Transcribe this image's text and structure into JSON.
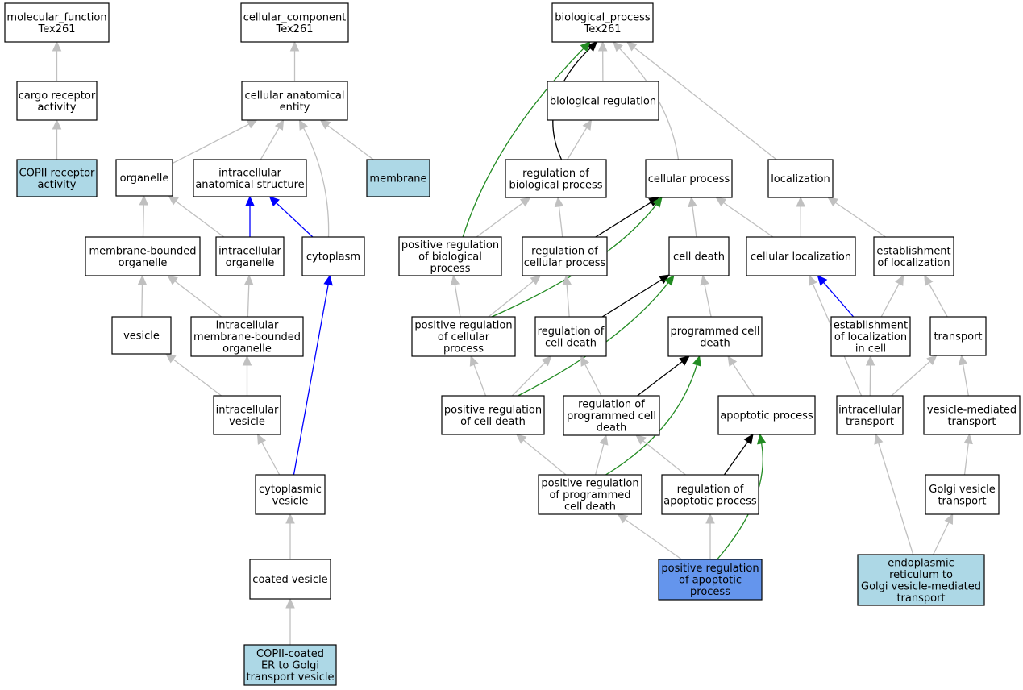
{
  "colors": {
    "default_fill": "#ffffff",
    "annotated_fill": "#add8e6",
    "focus_fill": "#6495ed",
    "is_a_edge": "#c0c0c0",
    "part_of_edge": "#0000ff",
    "regulates_edge": "#000000",
    "positively_regulates_edge": "#228b22"
  },
  "nodes": [
    {
      "id": "mf",
      "lines": [
        "molecular_function",
        "Tex261"
      ],
      "style": "default"
    },
    {
      "id": "cargo",
      "lines": [
        "cargo receptor",
        "activity"
      ],
      "style": "default"
    },
    {
      "id": "copii_rec",
      "lines": [
        "COPII receptor",
        "activity"
      ],
      "style": "annotated"
    },
    {
      "id": "cc",
      "lines": [
        "cellular_component",
        "Tex261"
      ],
      "style": "default"
    },
    {
      "id": "cae",
      "lines": [
        "cellular anatomical",
        "entity"
      ],
      "style": "default"
    },
    {
      "id": "organelle",
      "lines": [
        "organelle"
      ],
      "style": "default"
    },
    {
      "id": "ias",
      "lines": [
        "intracellular",
        "anatomical structure"
      ],
      "style": "default"
    },
    {
      "id": "membrane",
      "lines": [
        "membrane"
      ],
      "style": "annotated"
    },
    {
      "id": "mbo",
      "lines": [
        "membrane-bounded",
        "organelle"
      ],
      "style": "default"
    },
    {
      "id": "io",
      "lines": [
        "intracellular",
        "organelle"
      ],
      "style": "default"
    },
    {
      "id": "cytoplasm",
      "lines": [
        "cytoplasm"
      ],
      "style": "default"
    },
    {
      "id": "vesicle",
      "lines": [
        "vesicle"
      ],
      "style": "default"
    },
    {
      "id": "imbo",
      "lines": [
        "intracellular",
        "membrane-bounded",
        "organelle"
      ],
      "style": "default"
    },
    {
      "id": "iv",
      "lines": [
        "intracellular",
        "vesicle"
      ],
      "style": "default"
    },
    {
      "id": "cv",
      "lines": [
        "cytoplasmic",
        "vesicle"
      ],
      "style": "default"
    },
    {
      "id": "coated",
      "lines": [
        "coated vesicle"
      ],
      "style": "default"
    },
    {
      "id": "copii_ves",
      "lines": [
        "COPII-coated",
        "ER to Golgi",
        "transport vesicle"
      ],
      "style": "annotated"
    },
    {
      "id": "bp",
      "lines": [
        "biological_process",
        "Tex261"
      ],
      "style": "default"
    },
    {
      "id": "breg",
      "lines": [
        "biological regulation"
      ],
      "style": "default"
    },
    {
      "id": "rbp",
      "lines": [
        "regulation of",
        "biological process"
      ],
      "style": "default"
    },
    {
      "id": "cp",
      "lines": [
        "cellular process"
      ],
      "style": "default"
    },
    {
      "id": "loc",
      "lines": [
        "localization"
      ],
      "style": "default"
    },
    {
      "id": "prbp",
      "lines": [
        "positive regulation",
        "of biological",
        "process"
      ],
      "style": "default"
    },
    {
      "id": "rcp",
      "lines": [
        "regulation of",
        "cellular process"
      ],
      "style": "default"
    },
    {
      "id": "cd",
      "lines": [
        "cell death"
      ],
      "style": "default"
    },
    {
      "id": "cl",
      "lines": [
        "cellular localization"
      ],
      "style": "default"
    },
    {
      "id": "eol",
      "lines": [
        "establishment",
        "of localization"
      ],
      "style": "default"
    },
    {
      "id": "prcp",
      "lines": [
        "positive regulation",
        "of cellular",
        "process"
      ],
      "style": "default"
    },
    {
      "id": "rcd",
      "lines": [
        "regulation of",
        "cell death"
      ],
      "style": "default"
    },
    {
      "id": "pcd",
      "lines": [
        "programmed cell",
        "death"
      ],
      "style": "default"
    },
    {
      "id": "eolc",
      "lines": [
        "establishment",
        "of localization",
        "in cell"
      ],
      "style": "default"
    },
    {
      "id": "transport",
      "lines": [
        "transport"
      ],
      "style": "default"
    },
    {
      "id": "prcd",
      "lines": [
        "positive regulation",
        "of cell death"
      ],
      "style": "default"
    },
    {
      "id": "rpcd",
      "lines": [
        "regulation of",
        "programmed cell",
        "death"
      ],
      "style": "default"
    },
    {
      "id": "ap",
      "lines": [
        "apoptotic process"
      ],
      "style": "default"
    },
    {
      "id": "it",
      "lines": [
        "intracellular",
        "transport"
      ],
      "style": "default"
    },
    {
      "id": "vmt",
      "lines": [
        "vesicle-mediated",
        "transport"
      ],
      "style": "default"
    },
    {
      "id": "prpcd",
      "lines": [
        "positive regulation",
        "of programmed",
        "cell death"
      ],
      "style": "default"
    },
    {
      "id": "rap",
      "lines": [
        "regulation of",
        "apoptotic process"
      ],
      "style": "default"
    },
    {
      "id": "gvt",
      "lines": [
        "Golgi vesicle",
        "transport"
      ],
      "style": "default"
    },
    {
      "id": "prap",
      "lines": [
        "positive regulation",
        "of apoptotic",
        "process"
      ],
      "style": "focus"
    },
    {
      "id": "er",
      "lines": [
        "endoplasmic",
        "reticulum to",
        "Golgi vesicle-mediated",
        "transport"
      ],
      "style": "annotated"
    }
  ],
  "edges": [
    {
      "from": "cargo",
      "to": "mf",
      "type": "is_a"
    },
    {
      "from": "copii_rec",
      "to": "cargo",
      "type": "is_a"
    },
    {
      "from": "cae",
      "to": "cc",
      "type": "is_a"
    },
    {
      "from": "organelle",
      "to": "cae",
      "type": "is_a"
    },
    {
      "from": "ias",
      "to": "cae",
      "type": "is_a"
    },
    {
      "from": "cytoplasm",
      "to": "cae",
      "type": "is_a"
    },
    {
      "from": "membrane",
      "to": "cae",
      "type": "is_a"
    },
    {
      "from": "mbo",
      "to": "organelle",
      "type": "is_a"
    },
    {
      "from": "io",
      "to": "organelle",
      "type": "is_a"
    },
    {
      "from": "io",
      "to": "ias",
      "type": "part_of"
    },
    {
      "from": "cytoplasm",
      "to": "ias",
      "type": "part_of"
    },
    {
      "from": "vesicle",
      "to": "mbo",
      "type": "is_a"
    },
    {
      "from": "imbo",
      "to": "mbo",
      "type": "is_a"
    },
    {
      "from": "imbo",
      "to": "io",
      "type": "is_a"
    },
    {
      "from": "iv",
      "to": "vesicle",
      "type": "is_a"
    },
    {
      "from": "iv",
      "to": "imbo",
      "type": "is_a"
    },
    {
      "from": "cv",
      "to": "iv",
      "type": "is_a"
    },
    {
      "from": "cv",
      "to": "cytoplasm",
      "type": "part_of"
    },
    {
      "from": "coated",
      "to": "cv",
      "type": "is_a"
    },
    {
      "from": "copii_ves",
      "to": "coated",
      "type": "is_a"
    },
    {
      "from": "breg",
      "to": "bp",
      "type": "is_a"
    },
    {
      "from": "rbp",
      "to": "bp",
      "type": "regulates"
    },
    {
      "from": "rbp",
      "to": "breg",
      "type": "is_a"
    },
    {
      "from": "cp",
      "to": "bp",
      "type": "is_a"
    },
    {
      "from": "loc",
      "to": "bp",
      "type": "is_a"
    },
    {
      "from": "prbp",
      "to": "bp",
      "type": "positively_regulates"
    },
    {
      "from": "prbp",
      "to": "rbp",
      "type": "is_a"
    },
    {
      "from": "rcp",
      "to": "rbp",
      "type": "is_a"
    },
    {
      "from": "rcp",
      "to": "cp",
      "type": "regulates"
    },
    {
      "from": "cd",
      "to": "cp",
      "type": "is_a"
    },
    {
      "from": "cl",
      "to": "cp",
      "type": "is_a"
    },
    {
      "from": "cl",
      "to": "loc",
      "type": "is_a"
    },
    {
      "from": "eol",
      "to": "loc",
      "type": "is_a"
    },
    {
      "from": "prcp",
      "to": "prbp",
      "type": "is_a"
    },
    {
      "from": "prcp",
      "to": "rcp",
      "type": "is_a"
    },
    {
      "from": "prcp",
      "to": "cp",
      "type": "positively_regulates"
    },
    {
      "from": "rcd",
      "to": "rcp",
      "type": "is_a"
    },
    {
      "from": "rcd",
      "to": "cd",
      "type": "regulates"
    },
    {
      "from": "pcd",
      "to": "cd",
      "type": "is_a"
    },
    {
      "from": "eolc",
      "to": "cl",
      "type": "part_of"
    },
    {
      "from": "eolc",
      "to": "eol",
      "type": "is_a"
    },
    {
      "from": "transport",
      "to": "eol",
      "type": "is_a"
    },
    {
      "from": "prcd",
      "to": "prcp",
      "type": "is_a"
    },
    {
      "from": "prcd",
      "to": "rcd",
      "type": "is_a"
    },
    {
      "from": "prcd",
      "to": "cd",
      "type": "positively_regulates"
    },
    {
      "from": "rpcd",
      "to": "rcd",
      "type": "is_a"
    },
    {
      "from": "rpcd",
      "to": "pcd",
      "type": "regulates"
    },
    {
      "from": "ap",
      "to": "pcd",
      "type": "is_a"
    },
    {
      "from": "it",
      "to": "cl",
      "type": "is_a"
    },
    {
      "from": "it",
      "to": "eolc",
      "type": "is_a"
    },
    {
      "from": "it",
      "to": "transport",
      "type": "is_a"
    },
    {
      "from": "vmt",
      "to": "transport",
      "type": "is_a"
    },
    {
      "from": "prpcd",
      "to": "prcd",
      "type": "is_a"
    },
    {
      "from": "prpcd",
      "to": "rpcd",
      "type": "is_a"
    },
    {
      "from": "prpcd",
      "to": "pcd",
      "type": "positively_regulates"
    },
    {
      "from": "rap",
      "to": "rpcd",
      "type": "is_a"
    },
    {
      "from": "rap",
      "to": "ap",
      "type": "regulates"
    },
    {
      "from": "gvt",
      "to": "vmt",
      "type": "is_a"
    },
    {
      "from": "prap",
      "to": "prpcd",
      "type": "is_a"
    },
    {
      "from": "prap",
      "to": "rap",
      "type": "is_a"
    },
    {
      "from": "prap",
      "to": "ap",
      "type": "positively_regulates"
    },
    {
      "from": "er",
      "to": "it",
      "type": "is_a"
    },
    {
      "from": "er",
      "to": "gvt",
      "type": "is_a"
    }
  ]
}
